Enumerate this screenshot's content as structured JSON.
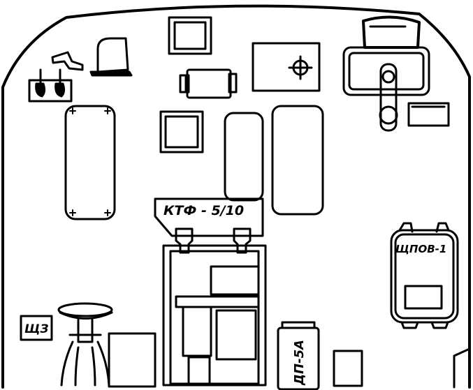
{
  "labels": {
    "ktf": "КТФ - 5/10",
    "shchz": "ЩЗ",
    "shchpov": "ЩПОВ-1",
    "dp": "ДП-5А"
  },
  "colors": {
    "ink": "#000000",
    "paper": "#ffffff"
  },
  "icons": {
    "crosshair": "crosshair-icon",
    "toggle": "toggle-switch-icon"
  }
}
